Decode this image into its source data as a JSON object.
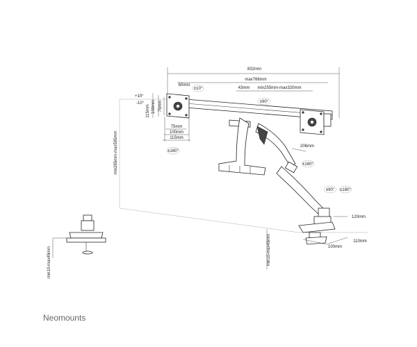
{
  "brand": "Neomounts",
  "dimensions": {
    "overall_width": "832mm",
    "arm_width": "max766mm",
    "center_gap": "43mm",
    "arm_span": "min255mm-max320mm",
    "top_offset": "60mm",
    "tilt_top": "±10°",
    "swivel_center": "±90°",
    "tilt_plus": "+10°",
    "tilt_minus": "-10°",
    "vesa_h1": "115mm",
    "vesa_h2": "100mm",
    "vesa_h3": "75mm",
    "vesa_w1": "75mm",
    "vesa_w2": "100mm",
    "vesa_w3": "115mm",
    "rotate_left": "±180°",
    "arm_reach": "206mm",
    "rotate_arm": "±180°",
    "swivel_base": "±90°",
    "rotate_base": "±180°",
    "height_range": "min265mm-max595mm",
    "base_depth": "120mm",
    "base_w1": "100mm",
    "base_w2": "110mm",
    "clamp_range_1": "min10-max45mm",
    "clamp_range_2": "min10-max45mm"
  }
}
